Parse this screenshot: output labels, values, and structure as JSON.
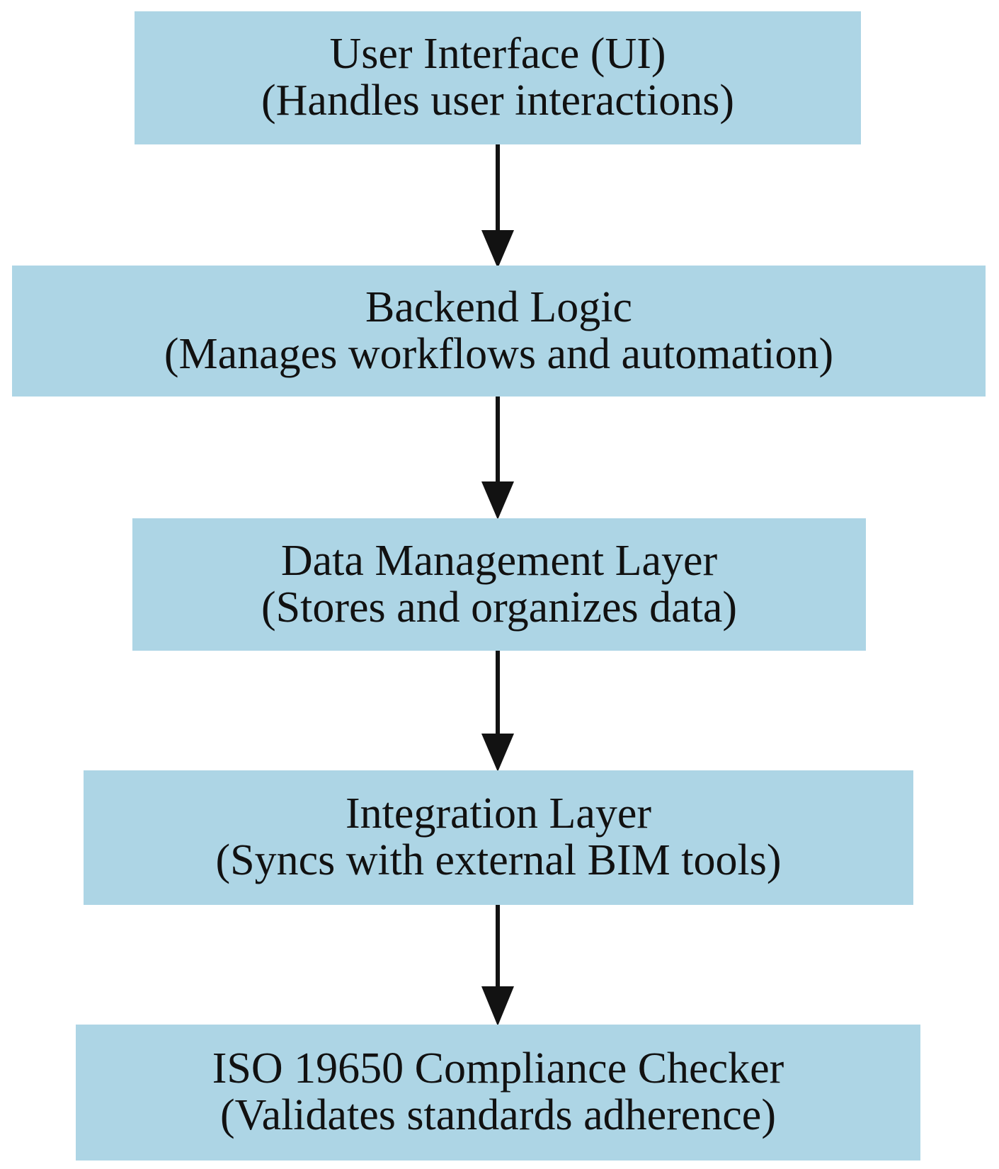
{
  "diagram": {
    "type": "flowchart",
    "orientation": "top-to-bottom",
    "background_color": "#FFFFFF",
    "node_fill_color": "#ADD5E5",
    "text_color": "#111111",
    "connector_color": "#121212",
    "nodes": [
      {
        "id": "ui",
        "title": "User Interface (UI)",
        "subtitle": "(Handles user interactions)"
      },
      {
        "id": "backend",
        "title": "Backend Logic",
        "subtitle": "(Manages workflows and automation)"
      },
      {
        "id": "data",
        "title": "Data Management Layer",
        "subtitle": "(Stores and organizes data)"
      },
      {
        "id": "integration",
        "title": "Integration Layer",
        "subtitle": "(Syncs with external BIM tools)"
      },
      {
        "id": "iso",
        "title": "ISO 19650 Compliance Checker",
        "subtitle": "(Validates standards adherence)"
      }
    ],
    "edges": [
      {
        "from": "ui",
        "to": "backend",
        "label": ""
      },
      {
        "from": "backend",
        "to": "data",
        "label": ""
      },
      {
        "from": "data",
        "to": "integration",
        "label": ""
      },
      {
        "from": "integration",
        "to": "iso",
        "label": ""
      }
    ]
  }
}
